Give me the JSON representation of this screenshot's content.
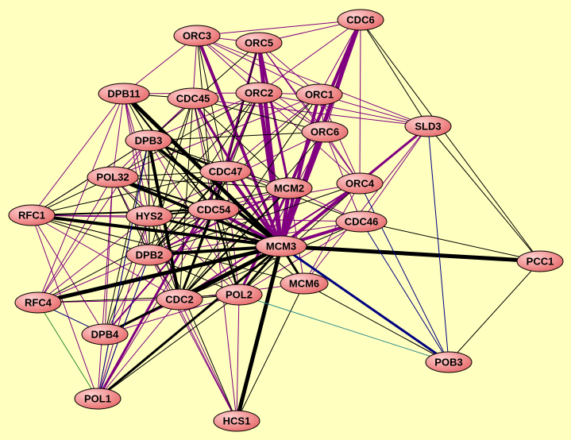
{
  "graph": {
    "background": "#ffffc0",
    "node_fill_light": "#ffd0d0",
    "node_fill_dark": "#e86d6d",
    "nodes": [
      {
        "id": "CDC6"
      },
      {
        "id": "ORC3"
      },
      {
        "id": "ORC5"
      },
      {
        "id": "DPB11"
      },
      {
        "id": "CDC45"
      },
      {
        "id": "ORC2"
      },
      {
        "id": "ORC1"
      },
      {
        "id": "SLD3"
      },
      {
        "id": "ORC6"
      },
      {
        "id": "DPB3"
      },
      {
        "id": "CDC47"
      },
      {
        "id": "POL32"
      },
      {
        "id": "MCM2"
      },
      {
        "id": "ORC4"
      },
      {
        "id": "RFC1"
      },
      {
        "id": "HYS2"
      },
      {
        "id": "CDC54"
      },
      {
        "id": "CDC46"
      },
      {
        "id": "MCM3"
      },
      {
        "id": "DPB2"
      },
      {
        "id": "PCC1"
      },
      {
        "id": "MCM6"
      },
      {
        "id": "POL2"
      },
      {
        "id": "RFC4"
      },
      {
        "id": "CDC2"
      },
      {
        "id": "DPB4"
      },
      {
        "id": "POB3"
      },
      {
        "id": "POL1"
      },
      {
        "id": "HCS1"
      }
    ],
    "edge_colors": {
      "purple": "#800080",
      "black": "#000000",
      "navy": "#000080",
      "teal": "#2e8b8b",
      "green": "#2e8b2e"
    },
    "edges": [
      [
        "MCM3",
        "MCM2",
        "purple",
        5
      ],
      [
        "MCM3",
        "ORC2",
        "purple",
        5
      ],
      [
        "MCM3",
        "ORC5",
        "purple",
        5
      ],
      [
        "MCM3",
        "ORC3",
        "purple",
        4
      ],
      [
        "MCM3",
        "CDC6",
        "purple",
        5
      ],
      [
        "MCM3",
        "ORC1",
        "purple",
        4
      ],
      [
        "MCM3",
        "ORC6",
        "purple",
        4
      ],
      [
        "MCM3",
        "ORC4",
        "purple",
        4
      ],
      [
        "MCM3",
        "CDC46",
        "purple",
        4
      ],
      [
        "MCM3",
        "CDC47",
        "purple",
        4
      ],
      [
        "MCM3",
        "CDC54",
        "purple",
        4
      ],
      [
        "MCM3",
        "CDC45",
        "purple",
        3
      ],
      [
        "MCM3",
        "SLD3",
        "purple",
        3
      ],
      [
        "MCM2",
        "CDC6",
        "purple",
        4
      ],
      [
        "MCM2",
        "ORC5",
        "purple",
        3
      ],
      [
        "CDC47",
        "ORC2",
        "purple",
        3
      ],
      [
        "CDC54",
        "ORC5",
        "purple",
        3
      ],
      [
        "POL2",
        "MCM2",
        "purple",
        3
      ],
      [
        "CDC2",
        "ORC4",
        "purple",
        2
      ],
      [
        "POL1",
        "CDC47",
        "purple",
        3
      ],
      [
        "DPB4",
        "CDC54",
        "purple",
        2
      ],
      [
        "DPB2",
        "MCM2",
        "purple",
        2
      ],
      [
        "ORC3",
        "CDC6",
        "purple",
        1
      ],
      [
        "ORC3",
        "ORC5",
        "purple",
        1
      ],
      [
        "ORC3",
        "DPB11",
        "purple",
        1
      ],
      [
        "ORC3",
        "CDC45",
        "purple",
        1
      ],
      [
        "ORC3",
        "ORC2",
        "purple",
        1
      ],
      [
        "ORC3",
        "ORC1",
        "purple",
        1
      ],
      [
        "ORC3",
        "ORC6",
        "purple",
        1
      ],
      [
        "ORC3",
        "SLD3",
        "purple",
        1
      ],
      [
        "ORC5",
        "CDC6",
        "purple",
        1
      ],
      [
        "ORC5",
        "ORC1",
        "purple",
        1
      ],
      [
        "ORC5",
        "ORC6",
        "purple",
        1
      ],
      [
        "ORC5",
        "ORC4",
        "purple",
        1
      ],
      [
        "ORC2",
        "ORC1",
        "purple",
        1
      ],
      [
        "ORC2",
        "ORC6",
        "purple",
        1
      ],
      [
        "ORC2",
        "ORC4",
        "purple",
        1
      ],
      [
        "ORC1",
        "ORC6",
        "purple",
        1
      ],
      [
        "ORC1",
        "ORC4",
        "purple",
        1
      ],
      [
        "ORC1",
        "CDC6",
        "purple",
        1
      ],
      [
        "ORC6",
        "ORC4",
        "purple",
        1
      ],
      [
        "CDC6",
        "ORC2",
        "purple",
        1
      ],
      [
        "CDC6",
        "ORC6",
        "purple",
        1
      ],
      [
        "CDC6",
        "ORC4",
        "purple",
        1
      ],
      [
        "SLD3",
        "ORC1",
        "purple",
        1
      ],
      [
        "SLD3",
        "ORC2",
        "purple",
        1
      ],
      [
        "SLD3",
        "CDC45",
        "purple",
        1
      ],
      [
        "SLD3",
        "ORC4",
        "purple",
        1
      ],
      [
        "SLD3",
        "CDC46",
        "purple",
        1
      ],
      [
        "DPB11",
        "RFC1",
        "purple",
        1
      ],
      [
        "DPB11",
        "RFC4",
        "purple",
        1
      ],
      [
        "DPB11",
        "POL32",
        "purple",
        1
      ],
      [
        "DPB11",
        "HYS2",
        "purple",
        1
      ],
      [
        "DPB11",
        "CDC2",
        "purple",
        1
      ],
      [
        "DPB11",
        "DPB2",
        "purple",
        1
      ],
      [
        "DPB11",
        "ORC2",
        "purple",
        1
      ],
      [
        "DPB3",
        "RFC1",
        "purple",
        1
      ],
      [
        "DPB3",
        "RFC4",
        "purple",
        1
      ],
      [
        "DPB3",
        "POL1",
        "purple",
        1
      ],
      [
        "POL32",
        "RFC4",
        "purple",
        1
      ],
      [
        "POL32",
        "POL1",
        "purple",
        1
      ],
      [
        "POL32",
        "DPB4",
        "purple",
        1
      ],
      [
        "RFC1",
        "DPB4",
        "purple",
        1
      ],
      [
        "RFC1",
        "POL1",
        "purple",
        1
      ],
      [
        "RFC1",
        "HYS2",
        "purple",
        1
      ],
      [
        "RFC1",
        "CDC2",
        "purple",
        1
      ],
      [
        "RFC4",
        "HYS2",
        "purple",
        1
      ],
      [
        "RFC4",
        "DPB2",
        "purple",
        1
      ],
      [
        "RFC4",
        "CDC2",
        "purple",
        1
      ],
      [
        "HYS2",
        "POL1",
        "purple",
        1
      ],
      [
        "DPB2",
        "POL1",
        "purple",
        1
      ],
      [
        "DPB2",
        "DPB4",
        "purple",
        1
      ],
      [
        "CDC2",
        "POL1",
        "purple",
        1
      ],
      [
        "CDC2",
        "DPB4",
        "purple",
        1
      ],
      [
        "DPB4",
        "POL2",
        "purple",
        1
      ],
      [
        "HCS1",
        "CDC2",
        "purple",
        1
      ],
      [
        "HCS1",
        "DPB2",
        "purple",
        1
      ],
      [
        "HCS1",
        "POL32",
        "purple",
        1
      ],
      [
        "HCS1",
        "CDC54",
        "purple",
        1
      ],
      [
        "HCS1",
        "POL2",
        "purple",
        1
      ],
      [
        "CDC45",
        "CDC47",
        "purple",
        1
      ],
      [
        "CDC45",
        "CDC54",
        "purple",
        1
      ],
      [
        "CDC45",
        "DPB3",
        "purple",
        1
      ],
      [
        "CDC45",
        "POL32",
        "purple",
        1
      ],
      [
        "CDC47",
        "MCM2",
        "purple",
        1
      ],
      [
        "CDC47",
        "ORC1",
        "purple",
        1
      ],
      [
        "CDC54",
        "MCM2",
        "purple",
        1
      ],
      [
        "CDC54",
        "ORC4",
        "purple",
        1
      ],
      [
        "CDC46",
        "MCM2",
        "purple",
        1
      ],
      [
        "CDC46",
        "ORC6",
        "purple",
        1
      ],
      [
        "CDC46",
        "POL2",
        "purple",
        1
      ],
      [
        "MCM6",
        "ORC4",
        "purple",
        1
      ],
      [
        "MCM6",
        "MCM2",
        "purple",
        1
      ],
      [
        "MCM6",
        "SLD3",
        "purple",
        1
      ],
      [
        "MCM6",
        "CDC2",
        "purple",
        1
      ],
      [
        "POL2",
        "ORC6",
        "purple",
        1
      ],
      [
        "POL2",
        "CDC47",
        "purple",
        1
      ],
      [
        "POL2",
        "DPB3",
        "purple",
        1
      ],
      [
        "POL2",
        "POL32",
        "purple",
        1
      ],
      [
        "DPB2",
        "CDC46",
        "purple",
        1
      ],
      [
        "RFC1",
        "CDC46",
        "purple",
        1
      ],
      [
        "HYS2",
        "ORC6",
        "purple",
        1
      ],
      [
        "POL32",
        "ORC1",
        "purple",
        1
      ],
      [
        "DPB3",
        "ORC2",
        "purple",
        1
      ],
      [
        "POL1",
        "CDC54",
        "purple",
        1
      ],
      [
        "MCM3",
        "DPB11",
        "black",
        5
      ],
      [
        "MCM3",
        "DPB3",
        "black",
        4
      ],
      [
        "MCM3",
        "POL32",
        "black",
        4
      ],
      [
        "MCM3",
        "RFC1",
        "black",
        4
      ],
      [
        "MCM3",
        "RFC4",
        "black",
        5
      ],
      [
        "MCM3",
        "DPB2",
        "black",
        4
      ],
      [
        "MCM3",
        "CDC2",
        "black",
        5
      ],
      [
        "MCM3",
        "HCS1",
        "black",
        5
      ],
      [
        "MCM3",
        "PCC1",
        "black",
        5
      ],
      [
        "MCM3",
        "HYS2",
        "black",
        3
      ],
      [
        "MCM3",
        "POL2",
        "black",
        3
      ],
      [
        "MCM3",
        "MCM6",
        "black",
        3
      ],
      [
        "MCM3",
        "DPB4",
        "black",
        3
      ],
      [
        "MCM3",
        "POL1",
        "black",
        3
      ],
      [
        "CDC2",
        "DPB3",
        "black",
        4
      ],
      [
        "CDC2",
        "CDC54",
        "black",
        3
      ],
      [
        "CDC2",
        "MCM2",
        "black",
        2
      ],
      [
        "POL2",
        "CDC54",
        "black",
        2
      ],
      [
        "DPB2",
        "CDC47",
        "black",
        2
      ],
      [
        "DPB11",
        "CDC54",
        "black",
        2
      ],
      [
        "DPB3",
        "CDC47",
        "black",
        2
      ],
      [
        "POL32",
        "CDC54",
        "black",
        2
      ],
      [
        "RFC1",
        "CDC54",
        "black",
        2
      ],
      [
        "HYS2",
        "CDC54",
        "black",
        2
      ],
      [
        "RFC1",
        "POL32",
        "black",
        1
      ],
      [
        "RFC1",
        "DPB3",
        "black",
        1
      ],
      [
        "RFC1",
        "DPB2",
        "black",
        1
      ],
      [
        "RFC1",
        "CDC47",
        "black",
        1
      ],
      [
        "RFC1",
        "MCM6",
        "black",
        1
      ],
      [
        "RFC4",
        "POL2",
        "black",
        1
      ],
      [
        "RFC4",
        "CDC54",
        "black",
        1
      ],
      [
        "HYS2",
        "DPB2",
        "black",
        1
      ],
      [
        "HYS2",
        "CDC2",
        "black",
        1
      ],
      [
        "HYS2",
        "DPB3",
        "black",
        1
      ],
      [
        "HYS2",
        "POL32",
        "black",
        1
      ],
      [
        "DPB3",
        "DPB2",
        "black",
        1
      ],
      [
        "DPB3",
        "DPB11",
        "black",
        1
      ],
      [
        "DPB3",
        "CDC54",
        "black",
        1
      ],
      [
        "POL32",
        "DPB2",
        "black",
        1
      ],
      [
        "POL32",
        "CDC47",
        "black",
        1
      ],
      [
        "DPB2",
        "CDC2",
        "black",
        1
      ],
      [
        "DPB2",
        "POL2",
        "black",
        1
      ],
      [
        "DPB2",
        "CDC54",
        "black",
        1
      ],
      [
        "CDC2",
        "POL2",
        "black",
        1
      ],
      [
        "CDC2",
        "CDC47",
        "black",
        1
      ],
      [
        "DPB4",
        "DPB3",
        "black",
        1
      ],
      [
        "DPB4",
        "HYS2",
        "black",
        1
      ],
      [
        "POL1",
        "POL2",
        "black",
        1
      ],
      [
        "HCS1",
        "MCM6",
        "black",
        1
      ],
      [
        "HCS1",
        "HYS2",
        "black",
        1
      ],
      [
        "CDC45",
        "HYS2",
        "black",
        1
      ],
      [
        "CDC45",
        "DPB2",
        "black",
        1
      ],
      [
        "CDC45",
        "CDC2",
        "black",
        1
      ],
      [
        "CDC45",
        "POL2",
        "black",
        1
      ],
      [
        "CDC45",
        "MCM2",
        "black",
        1
      ],
      [
        "CDC45",
        "ORC6",
        "black",
        1
      ],
      [
        "ORC2",
        "POL32",
        "black",
        1
      ],
      [
        "ORC2",
        "HYS2",
        "black",
        1
      ],
      [
        "ORC2",
        "DPB2",
        "black",
        1
      ],
      [
        "ORC2",
        "CDC2",
        "black",
        1
      ],
      [
        "ORC5",
        "DPB3",
        "black",
        1
      ],
      [
        "ORC5",
        "CDC47",
        "black",
        1
      ],
      [
        "ORC3",
        "CDC47",
        "black",
        1
      ],
      [
        "ORC3",
        "CDC54",
        "black",
        1
      ],
      [
        "ORC1",
        "DPB2",
        "black",
        1
      ],
      [
        "ORC1",
        "CDC2",
        "black",
        1
      ],
      [
        "ORC6",
        "DPB3",
        "black",
        1
      ],
      [
        "ORC6",
        "CDC2",
        "black",
        1
      ],
      [
        "MCM2",
        "HYS2",
        "black",
        1
      ],
      [
        "MCM2",
        "DPB3",
        "black",
        1
      ],
      [
        "MCM2",
        "POL32",
        "black",
        1
      ],
      [
        "ORC4",
        "POL2",
        "black",
        1
      ],
      [
        "ORC4",
        "DPB2",
        "black",
        1
      ],
      [
        "CDC46",
        "CDC2",
        "black",
        1
      ],
      [
        "CDC46",
        "DPB3",
        "black",
        1
      ],
      [
        "CDC46",
        "PCC1",
        "black",
        1
      ],
      [
        "CDC6",
        "SLD3",
        "black",
        1
      ],
      [
        "CDC6",
        "PCC1",
        "black",
        1
      ],
      [
        "SLD3",
        "PCC1",
        "black",
        1
      ],
      [
        "POB3",
        "PCC1",
        "black",
        1
      ],
      [
        "MCM6",
        "POB3",
        "black",
        1
      ],
      [
        "MCM6",
        "CDC54",
        "black",
        1
      ],
      [
        "CDC47",
        "CDC54",
        "black",
        1
      ],
      [
        "DPB11",
        "CDC45",
        "black",
        1
      ],
      [
        "MCM3",
        "POB3",
        "navy",
        3
      ],
      [
        "SLD3",
        "POB3",
        "navy",
        1
      ],
      [
        "ORC4",
        "POB3",
        "navy",
        1
      ],
      [
        "CDC46",
        "POB3",
        "navy",
        1
      ],
      [
        "POL1",
        "DPB3",
        "navy",
        1
      ],
      [
        "POL1",
        "DPB2",
        "navy",
        1
      ],
      [
        "RFC4",
        "DPB4",
        "navy",
        1
      ],
      [
        "POL2",
        "POB3",
        "teal",
        1
      ],
      [
        "RFC4",
        "POL1",
        "green",
        1
      ]
    ]
  }
}
